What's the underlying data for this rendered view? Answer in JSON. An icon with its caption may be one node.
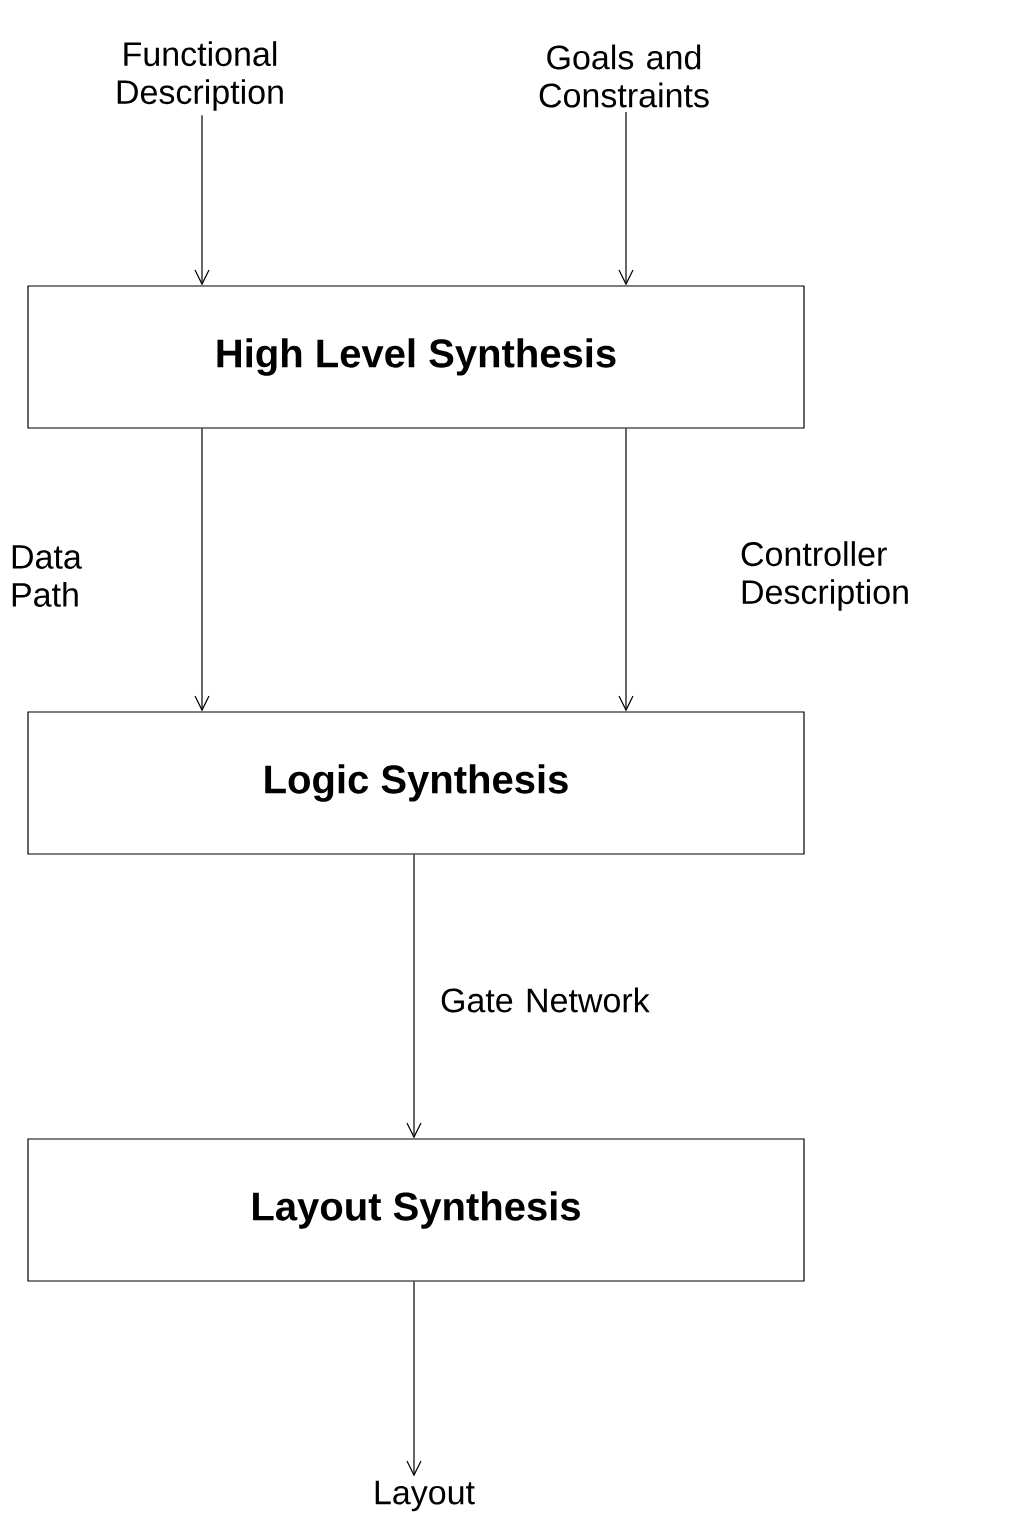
{
  "diagram": {
    "nodes": [
      {
        "text": [
          "Functional Description"
        ]
      },
      {
        "text": [
          "Goals and Constraints"
        ]
      },
      {
        "text": [
          "High Level Synthesis"
        ]
      },
      {
        "text": [
          "Logic Synthesis"
        ]
      },
      {
        "text": [
          "Layout Synthesis"
        ]
      },
      {
        "text": [
          "Layout"
        ]
      }
    ],
    "edges": [
      {
        "from": 0,
        "to": 2,
        "arrow": "to"
      },
      {
        "from": 1,
        "to": 2,
        "arrow": "to"
      },
      {
        "from": 2,
        "to": 3,
        "arrow": "to",
        "label": "Data Path"
      },
      {
        "from": 2,
        "to": 3,
        "arrow": "to",
        "label": "Controller Description"
      },
      {
        "from": 3,
        "to": 4,
        "arrow": "to",
        "label": "Gate Network"
      },
      {
        "from": 4,
        "to": 5,
        "arrow": "to"
      }
    ]
  }
}
